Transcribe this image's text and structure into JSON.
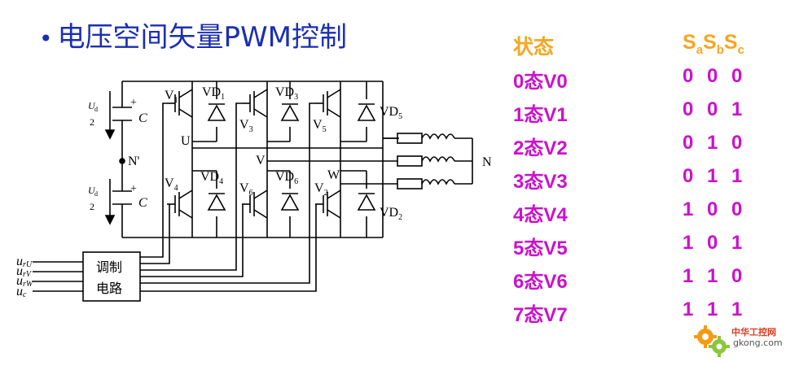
{
  "title": "电压空间矢量PWM控制",
  "bullet": "•",
  "table": {
    "header_state": "状态",
    "header_switch": {
      "S": "S",
      "a": "a",
      "b": "b",
      "c": "c"
    },
    "rows": [
      {
        "state": "0态V0",
        "bits": [
          "0",
          "0",
          "0"
        ]
      },
      {
        "state": "1态V1",
        "bits": [
          "0",
          "0",
          "1"
        ]
      },
      {
        "state": "2态V2",
        "bits": [
          "0",
          "1",
          "0"
        ]
      },
      {
        "state": "3态V3",
        "bits": [
          "0",
          "1",
          "1"
        ]
      },
      {
        "state": "4态V4",
        "bits": [
          "1",
          "0",
          "0"
        ]
      },
      {
        "state": "5态V5",
        "bits": [
          "1",
          "0",
          "1"
        ]
      },
      {
        "state": "6态V6",
        "bits": [
          "1",
          "1",
          "0"
        ]
      },
      {
        "state": "7态V7",
        "bits": [
          "1",
          "1",
          "1"
        ]
      }
    ]
  },
  "circuit": {
    "ud_num": "U",
    "ud_sub": "d",
    "ud_den": "2",
    "plus": "+",
    "cap_label": "C",
    "mid_node": "N'",
    "neutral": "N",
    "phase_u": "U",
    "phase_v": "V",
    "phase_w": "W",
    "mod_line1": "调制",
    "mod_line2": "电路",
    "inputs": [
      {
        "u": "u",
        "sub": "rU"
      },
      {
        "u": "u",
        "sub": "rV"
      },
      {
        "u": "u",
        "sub": "rW"
      },
      {
        "u": "u",
        "sub": "c"
      }
    ],
    "switches_top": [
      {
        "v": "V",
        "n": "1",
        "vd": "VD",
        "vdn": "1"
      },
      {
        "v": "V",
        "n": "3",
        "vd": "VD",
        "vdn": "3"
      },
      {
        "v": "V",
        "n": "5",
        "vd": "VD",
        "vdn": "5"
      }
    ],
    "switches_bottom": [
      {
        "v": "V",
        "n": "4",
        "vd": "VD",
        "vdn": "4"
      },
      {
        "v": "V",
        "n": "6",
        "vd": "VD",
        "vdn": "6"
      },
      {
        "v": "V",
        "n": "2",
        "vd": "VD",
        "vdn": "2"
      }
    ]
  },
  "logo": {
    "line1": "中华工控网",
    "line2": "gkong.com"
  },
  "colors": {
    "title": "#1b2fb3",
    "header": "#f5a623",
    "rows": "#cc11cc",
    "wire": "#000000"
  }
}
